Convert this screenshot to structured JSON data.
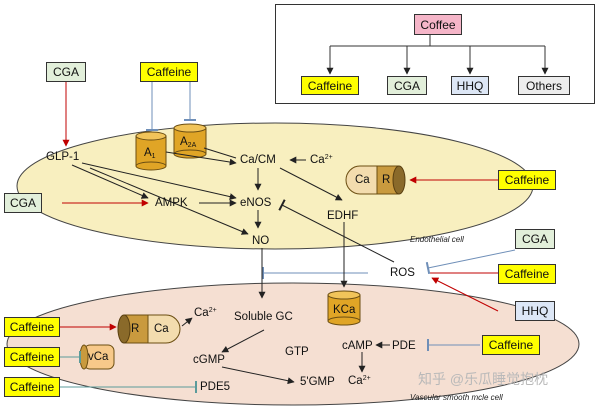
{
  "legend": {
    "root": "Coffee",
    "children": [
      "Caffeine",
      "CGA",
      "HHQ",
      "Others"
    ]
  },
  "inputs": {
    "cga_top": "CGA",
    "caffeine_top": "Caffeine",
    "cga_left": "CGA",
    "caffeine_right_ca": "Caffeine",
    "cga_right": "CGA",
    "caffeine_right_ros": "Caffeine",
    "hhq_right": "HHQ",
    "caffeine_left_r": "Caffeine",
    "caffeine_left_vca": "Caffeine",
    "caffeine_left_pde5": "Caffeine",
    "caffeine_right_pde": "Caffeine"
  },
  "endothelial": {
    "label": "Endothelial cell",
    "a1": {
      "main": "A",
      "sub": "1"
    },
    "a2a": {
      "main": "A",
      "sub": "2A"
    },
    "ca_cm": "Ca/CM",
    "ca2": {
      "main": "Ca",
      "sup": "2+"
    },
    "ca_receptor": {
      "ca": "Ca",
      "r": "R"
    },
    "enos": "eNOS",
    "ampk": "AMPK",
    "edhf": "EDHF",
    "no": "NO",
    "glp1": "GLP-1",
    "ros": "ROS"
  },
  "smooth_muscle": {
    "label": "Vascular smooth mcle cell",
    "kca": "KCa",
    "r_ca": {
      "r": "R",
      "ca": "Ca"
    },
    "ca2": {
      "main": "Ca",
      "sup": "2+"
    },
    "soluble_gc": "Soluble GC",
    "vca": "vCa",
    "cgmp": "cGMP",
    "gtp": "GTP",
    "camp": "cAMP",
    "pde": "PDE",
    "pde5": "PDE5",
    "gmp5": "5'GMP",
    "ca2_bottom": {
      "main": "Ca",
      "sup": "2+"
    }
  },
  "watermark": "知乎 @乐瓜睡觉抱枕",
  "colors": {
    "cell_fill": "#f8efbf",
    "smooth_fill": "#f5dfd2",
    "yellow_box": "#ffff00",
    "green_box": "#e2efda",
    "blue_box": "#dde7f6",
    "pink_box": "#f5b5c8",
    "gray_box": "#ededed",
    "receptor_gold": "#e0a526",
    "receptor_dark": "#8a6a2a",
    "stim_arrow": "#c00000",
    "inhibit_blue": "#6f8fb8",
    "inhibit_teal": "#5b9b9b"
  }
}
